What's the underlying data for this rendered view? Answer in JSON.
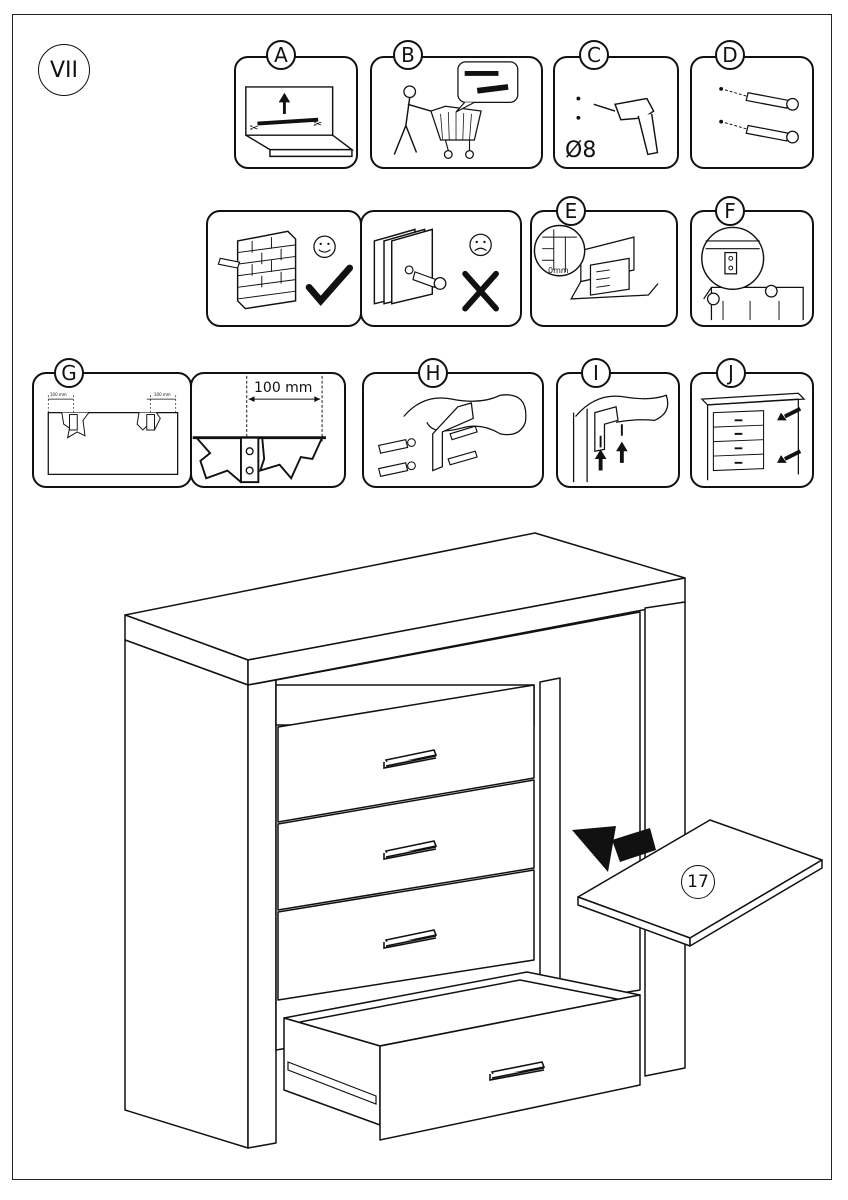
{
  "step": {
    "label": "VII"
  },
  "panels": {
    "a": {
      "letter": "A"
    },
    "b": {
      "letter": "B"
    },
    "c": {
      "letter": "C",
      "drill_size": "Ø8"
    },
    "d": {
      "letter": "D"
    },
    "e": {
      "letter": "E",
      "gap_label": "0mm"
    },
    "f": {
      "letter": "F"
    },
    "g": {
      "letter": "G",
      "distance_label": "100 mm",
      "small_label_left": "100 mm",
      "small_label_right": "100 mm"
    },
    "h": {
      "letter": "H"
    },
    "i": {
      "letter": "I"
    },
    "j": {
      "letter": "J"
    }
  },
  "part": {
    "number": "17"
  }
}
